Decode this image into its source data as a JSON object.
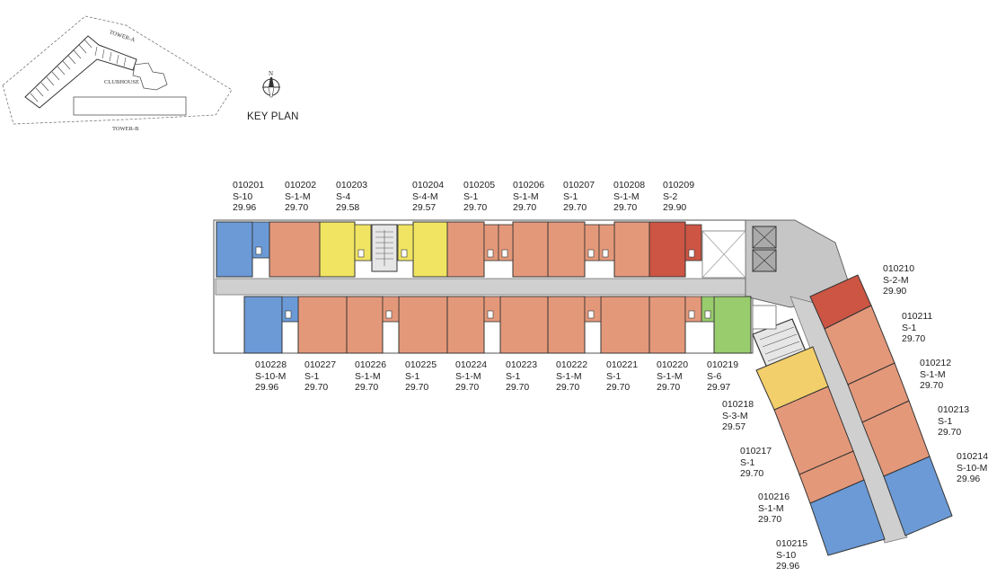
{
  "key_plan": {
    "title": "KEY PLAN",
    "north": "N",
    "tower_a": "TOWER-A",
    "tower_b": "TOWER-B",
    "clubhouse": "CLUBHOUSE"
  },
  "colors": {
    "S-1": "#e4987a",
    "S-1-M": "#e4987a",
    "S-2": "#cc5544",
    "S-2-M": "#cc5544",
    "S-3-M": "#f2cf6a",
    "S-4": "#f0e462",
    "S-4-M": "#f0e462",
    "S-6": "#98cc6c",
    "S-10": "#6b9ad6",
    "S-10-M": "#6b9ad6",
    "corridor": "#cfcfcf",
    "core": "#bdbdbd",
    "outline": "#333333"
  },
  "units": [
    {
      "id": "010201",
      "type": "S-10",
      "area": "29.96"
    },
    {
      "id": "010202",
      "type": "S-1-M",
      "area": "29.70"
    },
    {
      "id": "010203",
      "type": "S-4",
      "area": "29.58"
    },
    {
      "id": "010204",
      "type": "S-4-M",
      "area": "29.57"
    },
    {
      "id": "010205",
      "type": "S-1",
      "area": "29.70"
    },
    {
      "id": "010206",
      "type": "S-1-M",
      "area": "29.70"
    },
    {
      "id": "010207",
      "type": "S-1",
      "area": "29.70"
    },
    {
      "id": "010208",
      "type": "S-1-M",
      "area": "29.70"
    },
    {
      "id": "010209",
      "type": "S-2",
      "area": "29.90"
    },
    {
      "id": "010210",
      "type": "S-2-M",
      "area": "29.90"
    },
    {
      "id": "010211",
      "type": "S-1",
      "area": "29.70"
    },
    {
      "id": "010212",
      "type": "S-1-M",
      "area": "29.70"
    },
    {
      "id": "010213",
      "type": "S-1",
      "area": "29.70"
    },
    {
      "id": "010214",
      "type": "S-10-M",
      "area": "29.96"
    },
    {
      "id": "010215",
      "type": "S-10",
      "area": "29.96"
    },
    {
      "id": "010216",
      "type": "S-1-M",
      "area": "29.70"
    },
    {
      "id": "010217",
      "type": "S-1",
      "area": "29.70"
    },
    {
      "id": "010218",
      "type": "S-3-M",
      "area": "29.57"
    },
    {
      "id": "010219",
      "type": "S-6",
      "area": "29.97"
    },
    {
      "id": "010220",
      "type": "S-1-M",
      "area": "29.70"
    },
    {
      "id": "010221",
      "type": "S-1",
      "area": "29.70"
    },
    {
      "id": "010222",
      "type": "S-1-M",
      "area": "29.70"
    },
    {
      "id": "010223",
      "type": "S-1",
      "area": "29.70"
    },
    {
      "id": "010224",
      "type": "S-1-M",
      "area": "29.70"
    },
    {
      "id": "010225",
      "type": "S-1",
      "area": "29.70"
    },
    {
      "id": "010226",
      "type": "S-1-M",
      "area": "29.70"
    },
    {
      "id": "010227",
      "type": "S-1",
      "area": "29.70"
    },
    {
      "id": "010228",
      "type": "S-10-M",
      "area": "29.96"
    }
  ]
}
